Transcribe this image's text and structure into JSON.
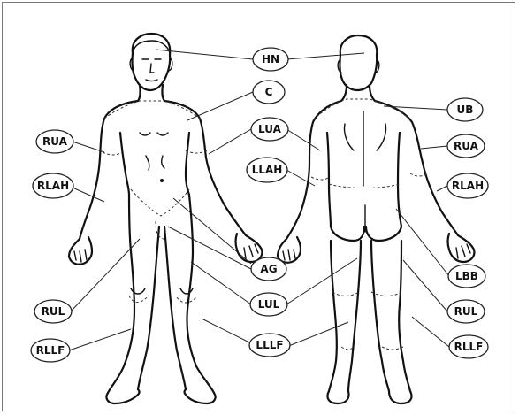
{
  "labels": {
    "hn": "HN",
    "c": "C",
    "ub": "UB",
    "rua_front": "RUA",
    "lua": "LUA",
    "rua_back": "RUA",
    "rlah_front": "RLAH",
    "llah": "LLAH",
    "rlah_back": "RLAH",
    "ag": "AG",
    "lbb": "LBB",
    "rul_front": "RUL",
    "lul": "LUL",
    "rul_back": "RUL",
    "rllf_front": "RLLF",
    "lllf": "LLLF",
    "rllf_back": "RLLF"
  }
}
